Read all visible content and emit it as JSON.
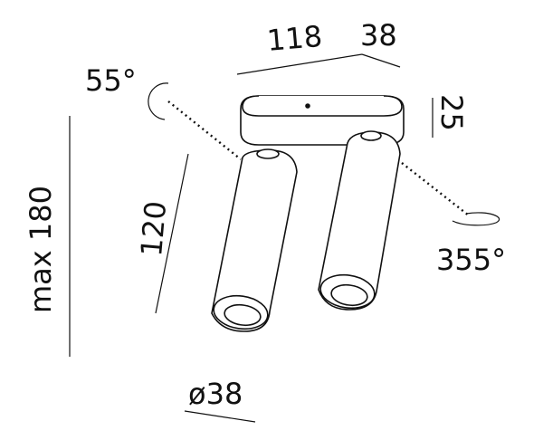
{
  "dimensions": {
    "width_top": "118",
    "depth_top": "38",
    "base_height": "25",
    "tilt_angle": "55°",
    "rotation_angle": "355°",
    "tube_length": "120",
    "max_height": "max 180",
    "tube_diameter": "ø38"
  },
  "colors": {
    "line": "#111111",
    "background": "#ffffff"
  }
}
